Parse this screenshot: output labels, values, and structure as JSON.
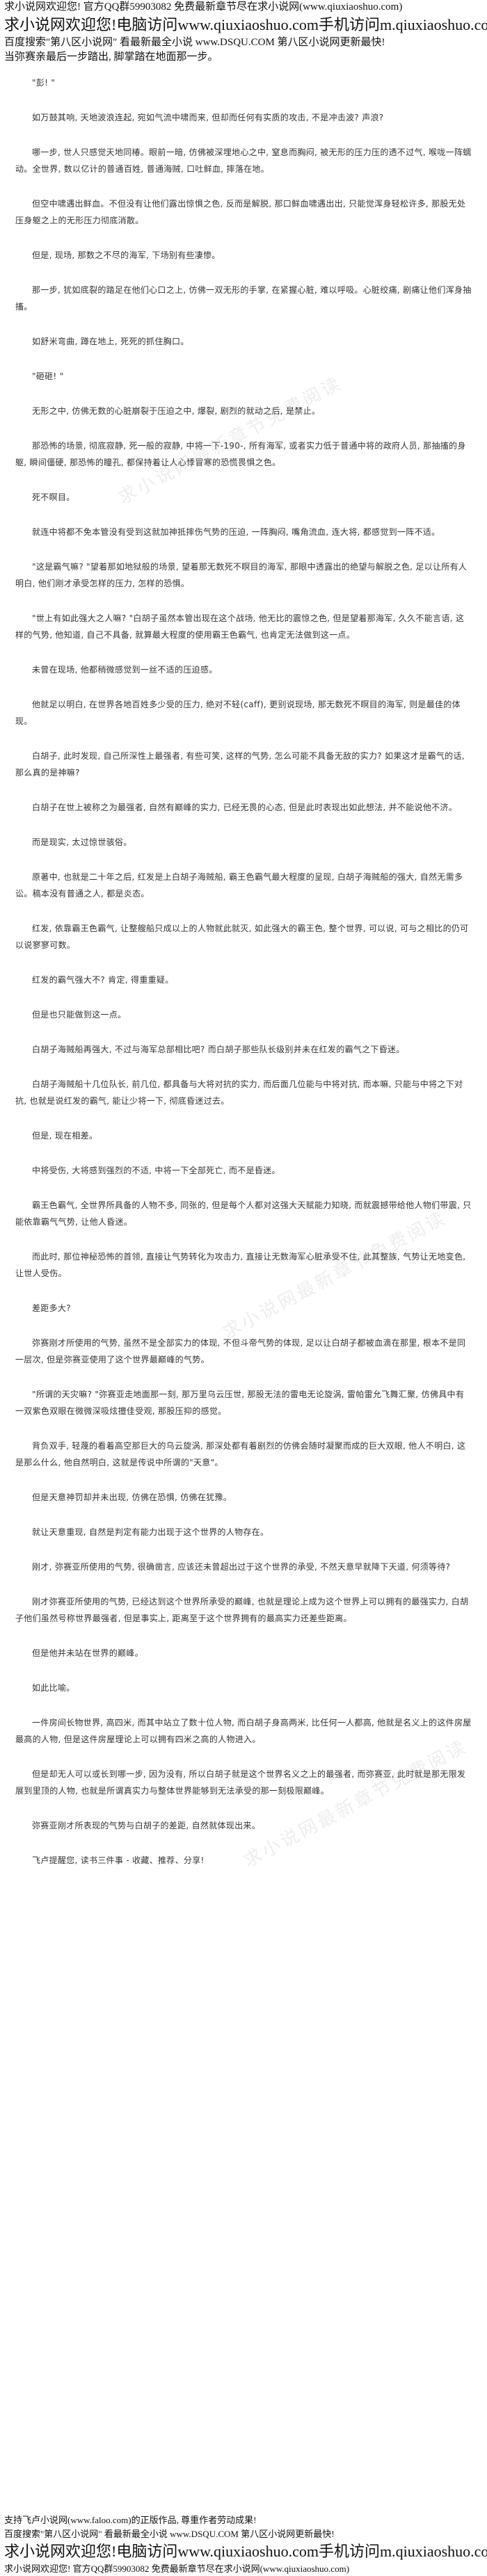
{
  "header": {
    "line1": "求小说网欢迎您! 官方QQ群59903082 免费最新章节尽在求小说网(www.qiuxiaoshuo.com)",
    "line2": "求小说网欢迎您!电脑访问www.qiuxiaoshuo.com手机访问m.qiuxiaoshuo.com",
    "line3": "百度搜索\"第八区小说网\" 看最新最全小说 www.DSQU.COM 第八区小说网更新最快!",
    "line4": "当弥赛亲最后一步踏出, 脚掌踏在地面那一步。"
  },
  "watermark": "求小说网最新章节免费阅读",
  "paragraphs": [
    "\"彭! \"",
    "如万鼓其响, 天地波浪连起, 宛如气流中啸而来, 但却而任何有实质的攻击, 不是冲击波? 声浪?",
    "哪一步, 世人只感觉天地同椿。眼前一暗, 仿佛被深埋地心之中, 窒息而胸闷, 被无形的压力压的透不过气, 喉咙一阵蠕动。全世界, 数以亿计的普通百姓, 普通海贼, 口吐鲜血, 摔落在地。",
    "但空中啸遇出鲜血。不但没有让他们露出惊惧之色, 反而是解脱, 那口鲜血啸遇出出, 只能觉浑身轻松许多, 那股无处压身躯之上的无形压力彻底消散。",
    "但是, 现场, 那数之不尽的海军, 下场别有些凄惨。",
    "那一步, 犹如底裂的踏足在他们心口之上, 仿佛一双无形的手掌, 在紧握心脏, 难以呼吸。心脏绞痛, 剧痛让他们浑身抽搐。",
    "如舒米弯曲, 蹲在地上, 死死的抓住胸口。",
    "\"砸砸! \"",
    "无形之中, 仿佛无数的心脏崩裂于压迫之中, 爆裂, 剧烈的就动之后, 是禁止。",
    "那恐怖的场景, 彻底寂静, 死一般的寂静, 中将一下-190-, 所有海军, 或者实力低于普通中将的政府人员, 那抽搐的身躯, 瞬间僵硬, 那恐怖的瞳孔, 都保持着让人心悸冒寒的恐慌畏惧之色。",
    "死不瞑目。",
    "就连中将都不免本管没有受到这就加神抵摔伤气势的压迫, 一阵胸闷, 嘴角流血, 连大将, 都感觉到一阵不适。",
    "\"这是霸气嘛? \"望着那如地狱般的场景, 望着那无数死不瞑目的海军, 那眼中透露出的绝望与解脱之色, 足以让所有人明白, 他们刚才承受怎样的压力, 怎样的恐惧。",
    "\"世上有如此强大之人嘛? \"白胡子虽然本管出现在这个战场, 他无比的震惊之色, 但是望着那海军, 久久不能言语, 这样的气势, 他知道, 自己不具备, 就算最大程度的使用霸王色霸气, 也肯定无法做到这一点。",
    "未曾在现场, 他都稍微感觉到一丝不适的压迫感。",
    "他就足以明白, 在世界各地百姓多少受的压力, 绝对不轻(caff), 更别说现场, 那无数死不瞑目的海军, 则是最佳的体现。",
    "白胡子, 此时发现, 自己所深性上最强者, 有些可笑, 这样的气势, 怎么可能不具备无敌的实力? 如果这才是霸气的话, 那么真的是神嘛?",
    "白胡子在世上被称之为最强者, 自然有巅峰的实力, 已经无畏的心态, 但是此时表现出如此想法, 并不能说他不济。",
    "而是现实, 太过惊世骇俗。",
    "原著中, 也就是二十年之后, 红发是上白胡子海贼船, 霸王色霸气最大程度的呈现, 白胡子海贼船的强大, 自然无需多讼。稿本没有普通之人, 都是炎态。",
    "红发, 依靠霸王色霸气, 让整艘船只成以上的人物就此就灭, 如此强大的霸王色, 整个世界, 可以说, 可与之相比的仍可以说寥寥可数。",
    "红发的霸气强大不? 肯定, 得重重疑。",
    "但是也只能做到这一点。",
    "白胡子海贼船再强大, 不过与海军总部相比吧? 而白胡子那些队长级别并未在红发的霸气之下昏迷。",
    "白胡子海贼船十几位队长, 前几位, 都具备与大将对抗的实力, 而后面几位能与中将对抗, 而本嘛, 只能与中将之下对抗, 也就是说红发的霸气, 能让少将一下, 彻底昏迷过去。",
    "但是, 现在相差。",
    "中将受伤, 大将感到强烈的不适, 中将一下全部死亡, 而不是昏迷。",
    "霸王色霸气, 全世界所具备的人物不多, 同张的, 但是每个人都对这强大天赋能力知晓, 而就震撼带给他人物们带震, 只能依靠霸气气势, 让他人昏迷。",
    "而此时, 那位神秘恐怖的首领, 直接让气势转化为攻击力, 直接让无数海军心脏承受不住, 此其整族, 气势让无地变色, 让世人受伤。",
    "差距多大?",
    "弥赛刚才所使用的气势, 虽然不是全部实力的体现, 不但斗帝气势的体现, 足以让白胡子都被血滴在那里, 根本不是同一层次, 但是弥赛亚使用了这个世界最巅峰的气势。",
    "\"所谓的天灾嘛? \"弥赛亚走地面那一刻, 那万里乌云压世, 那股无法的雷电无论旋涡, 雷帕雷允飞舞汇聚, 仿佛具中有一双紫色双眼在微微深吸炫擅佳受观, 那股压抑的感觉。",
    "背负双手, 轻蔑的看着高空那巨大的乌云旋涡, 那深处都有着剧烈的仿佛会随时凝聚而成的巨大双眼, 他人不明白, 这是那么什么, 他自然明白, 这就是传说中所谓的\"天意\"。",
    "但是天意神罚却并未出现, 仿佛在恐惧, 仿佛在犹豫。",
    "就让天意重现, 自然是判定有能力出现于这个世界的人物存在。",
    "刚才, 弥赛亚所使用的气势, 很确凿言, 应该还未曾超出过于这个世界的承受, 不然天意早就降下天道, 何须等待?",
    "刚才弥赛亚所使用的气势, 已经达到这个世界所承受的巅峰, 也就是理论上成为这个世界上可以拥有的最强实力, 白胡子他们虽然号称世界最强者, 但是事实上, 距离至于这个世界拥有的最高实力还差些距离。",
    "但是他并未站在世界的巅峰。",
    "如此比喻。",
    "一件房间长物世界, 高四米, 而其中站立了数十位人物, 而白胡子身高两米, 比任何一人都高, 他就是名义上的这件房屋最高的人物, 但是这件房屋理论上可以拥有四米之高的人物进入。",
    "但是却无人可以或长到哪一步, 因为没有, 所以白胡子就是这个世界名义之上的最强者, 而弥赛亚, 此时就是那无限发展到里顶的人物, 也就是所谓真实力与整体世界能够到无法承受的那一刻极限巅峰。",
    "弥赛亚刚才所表现的气势与白胡子的差距, 自然就体现出来。",
    "飞卢提醒您, 读书三件事 - 收藏、推荐、分享!"
  ],
  "footer": {
    "line1": "支持飞卢小说网(www.faloo.com)的正版作品, 尊重作者劳动成果!",
    "line2": "百度搜索\"第八区小说网\" 看最新最全小说 www.DSQU.COM 第八区小说网更新最快!",
    "line3": "求小说网欢迎您!电脑访问www.qiuxiaoshuo.com手机访问m.qiuxiaoshuo.com",
    "line4": "求小说网欢迎您! 官方QQ群59903082 免费最新章节尽在求小说网(www.qiuxiaoshuo.com)"
  }
}
